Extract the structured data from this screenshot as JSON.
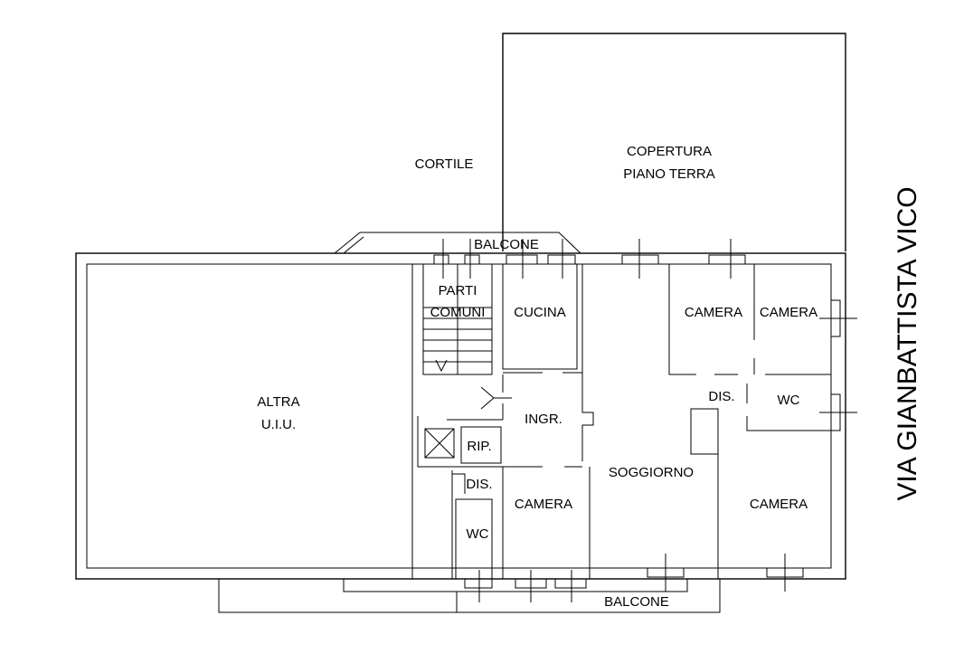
{
  "labels": {
    "cortile": "CORTILE",
    "copertura_1": "COPERTURA",
    "copertura_2": "PIANO TERRA",
    "balcone_top": "BALCONE",
    "balcone_bottom": "BALCONE",
    "parti_1": "PARTI",
    "parti_2": "COMUNI",
    "cucina": "CUCINA",
    "camera_top_left": "CAMERA",
    "camera_top_right": "CAMERA",
    "ingr": "INGR.",
    "dis_right": "DIS.",
    "wc_right": "WC",
    "altra_1": "ALTRA",
    "altra_2": "U.I.U.",
    "rip": "RIP.",
    "dis_left": "DIS.",
    "soggiorno": "SOGGIORNO",
    "camera_mid": "CAMERA",
    "camera_bottom_right": "CAMERA",
    "wc_left": "WC"
  },
  "street_name": "VIA GIANBATTISTA VICO"
}
